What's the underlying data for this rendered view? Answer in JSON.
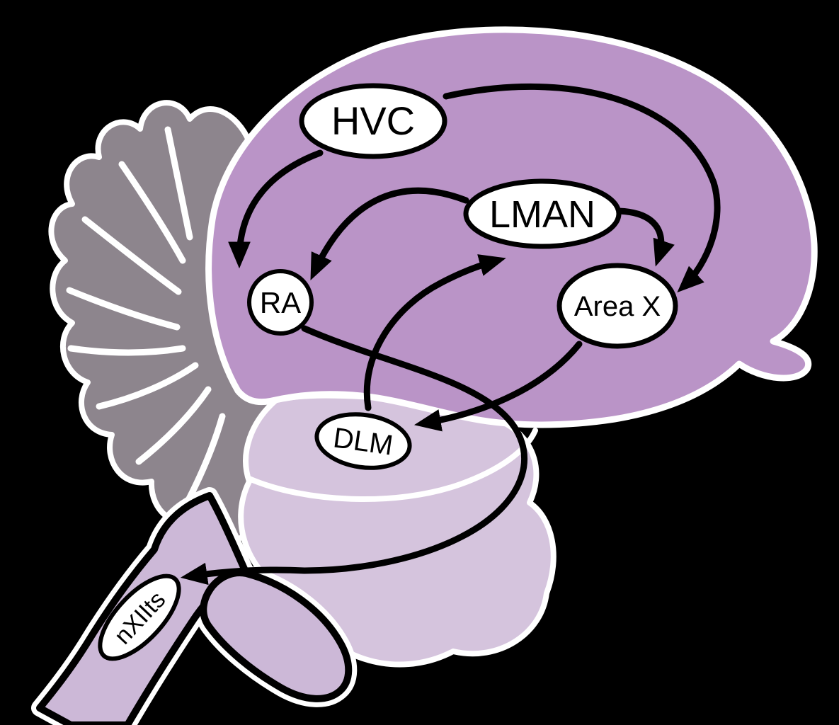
{
  "diagram": {
    "kind": "songbird-brain-song-system-schematic"
  },
  "colors": {
    "background": "#000000",
    "telencephalon": "#ba94c7",
    "cerebellum": "#8d858d",
    "midbrain": "#d5c4dd",
    "brainstem": "#ccb8d7",
    "node_fill": "#ffffff",
    "outline": "#ffffff",
    "ink": "#000000"
  },
  "nodes": {
    "hvc": {
      "label": "HVC"
    },
    "lman": {
      "label": "LMAN"
    },
    "ra": {
      "label": "RA"
    },
    "area_x": {
      "label": "Area X"
    },
    "dlm": {
      "label": "DLM"
    },
    "nxiits": {
      "label": "nXIIts"
    }
  },
  "connections": [
    {
      "from": "HVC",
      "to": "RA"
    },
    {
      "from": "HVC",
      "to": "Area X"
    },
    {
      "from": "LMAN",
      "to": "RA"
    },
    {
      "from": "LMAN",
      "to": "Area X"
    },
    {
      "from": "Area X",
      "to": "DLM"
    },
    {
      "from": "DLM",
      "to": "LMAN"
    },
    {
      "from": "RA",
      "to": "nXIIts"
    }
  ]
}
